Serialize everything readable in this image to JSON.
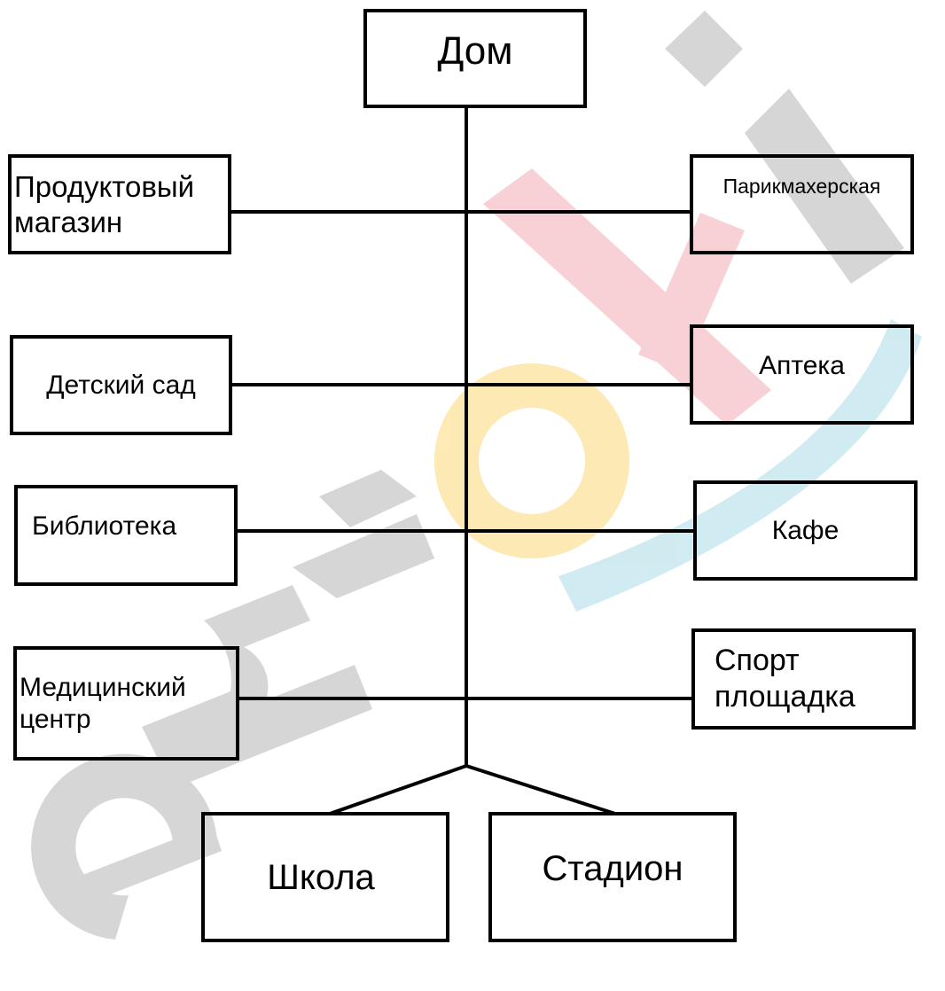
{
  "diagram": {
    "root": {
      "label": "Дом"
    },
    "left_nodes": [
      {
        "label": "Продуктовый\nмагазин"
      },
      {
        "label": "Детский сад"
      },
      {
        "label": "Библиотека"
      },
      {
        "label": "Медицинский\nцентр"
      }
    ],
    "right_nodes": [
      {
        "label": "Парикмахерская"
      },
      {
        "label": "Аптека"
      },
      {
        "label": "Кафе"
      },
      {
        "label": "Спорт\nплощадка"
      }
    ],
    "bottom_nodes": [
      {
        "label": "Школа"
      },
      {
        "label": "Стадион"
      }
    ]
  },
  "watermark": {
    "text": "euroki",
    "colors": [
      "#cfcfcf",
      "#f7c9cf",
      "#fde6a8",
      "#c8e8ee"
    ]
  }
}
